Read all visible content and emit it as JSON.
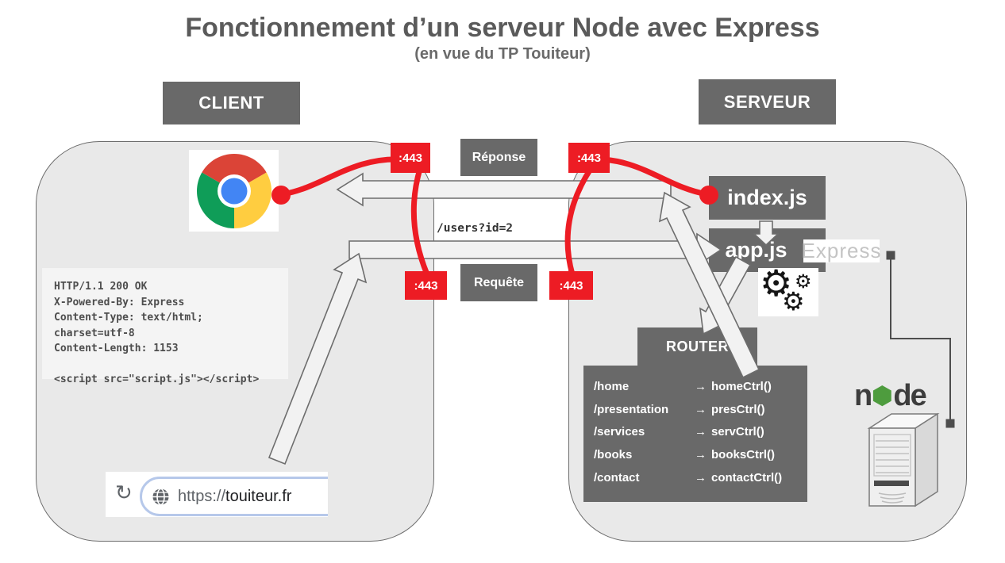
{
  "title": "Fonctionnement d’un serveur Node avec Express",
  "subtitle": "(en vue du TP Touiteur)",
  "client": {
    "header": "CLIENT",
    "http_response": "HTTP/1.1 200 OK\nX-Powered-By: Express\nContent-Type: text/html;\ncharset=utf-8\nContent-Length: 1153\n\n<script src=\"script.js\"></script>",
    "url_bar": {
      "protocol": "https://",
      "domain": "touiteur.fr"
    }
  },
  "server": {
    "header": "SERVEUR",
    "index_label": "index.js",
    "app_label": "app.js",
    "express_label": "Express",
    "node_logo": {
      "prefix": "n",
      "suffix": "de"
    }
  },
  "flow": {
    "response_label": "Réponse",
    "request_label": "Requête",
    "port_badge": ":443",
    "request_path": "/users?id=2"
  },
  "router": {
    "title": "ROUTER",
    "arrow_glyph": "→",
    "routes": [
      {
        "path": "/home",
        "ctrl": "homeCtrl()"
      },
      {
        "path": "/presentation",
        "ctrl": "presCtrl()"
      },
      {
        "path": "/services",
        "ctrl": "servCtrl()"
      },
      {
        "path": "/books",
        "ctrl": "booksCtrl()"
      },
      {
        "path": "/contact",
        "ctrl": "contactCtrl()"
      }
    ]
  },
  "icons": {
    "gear_glyph": "⚙",
    "hexagon_glyph": "⬢",
    "refresh_glyph": "↻"
  },
  "colors": {
    "accent_red": "#ed1c24",
    "box_gray": "#696969",
    "zone_fill": "#e9e9e9",
    "node_green": "#4e9c3e",
    "url_pill_border": "#b6c8ea",
    "chrome_red": "#db4437",
    "chrome_green": "#0f9d58",
    "chrome_yellow": "#ffcd40",
    "chrome_blue": "#4285f4"
  }
}
